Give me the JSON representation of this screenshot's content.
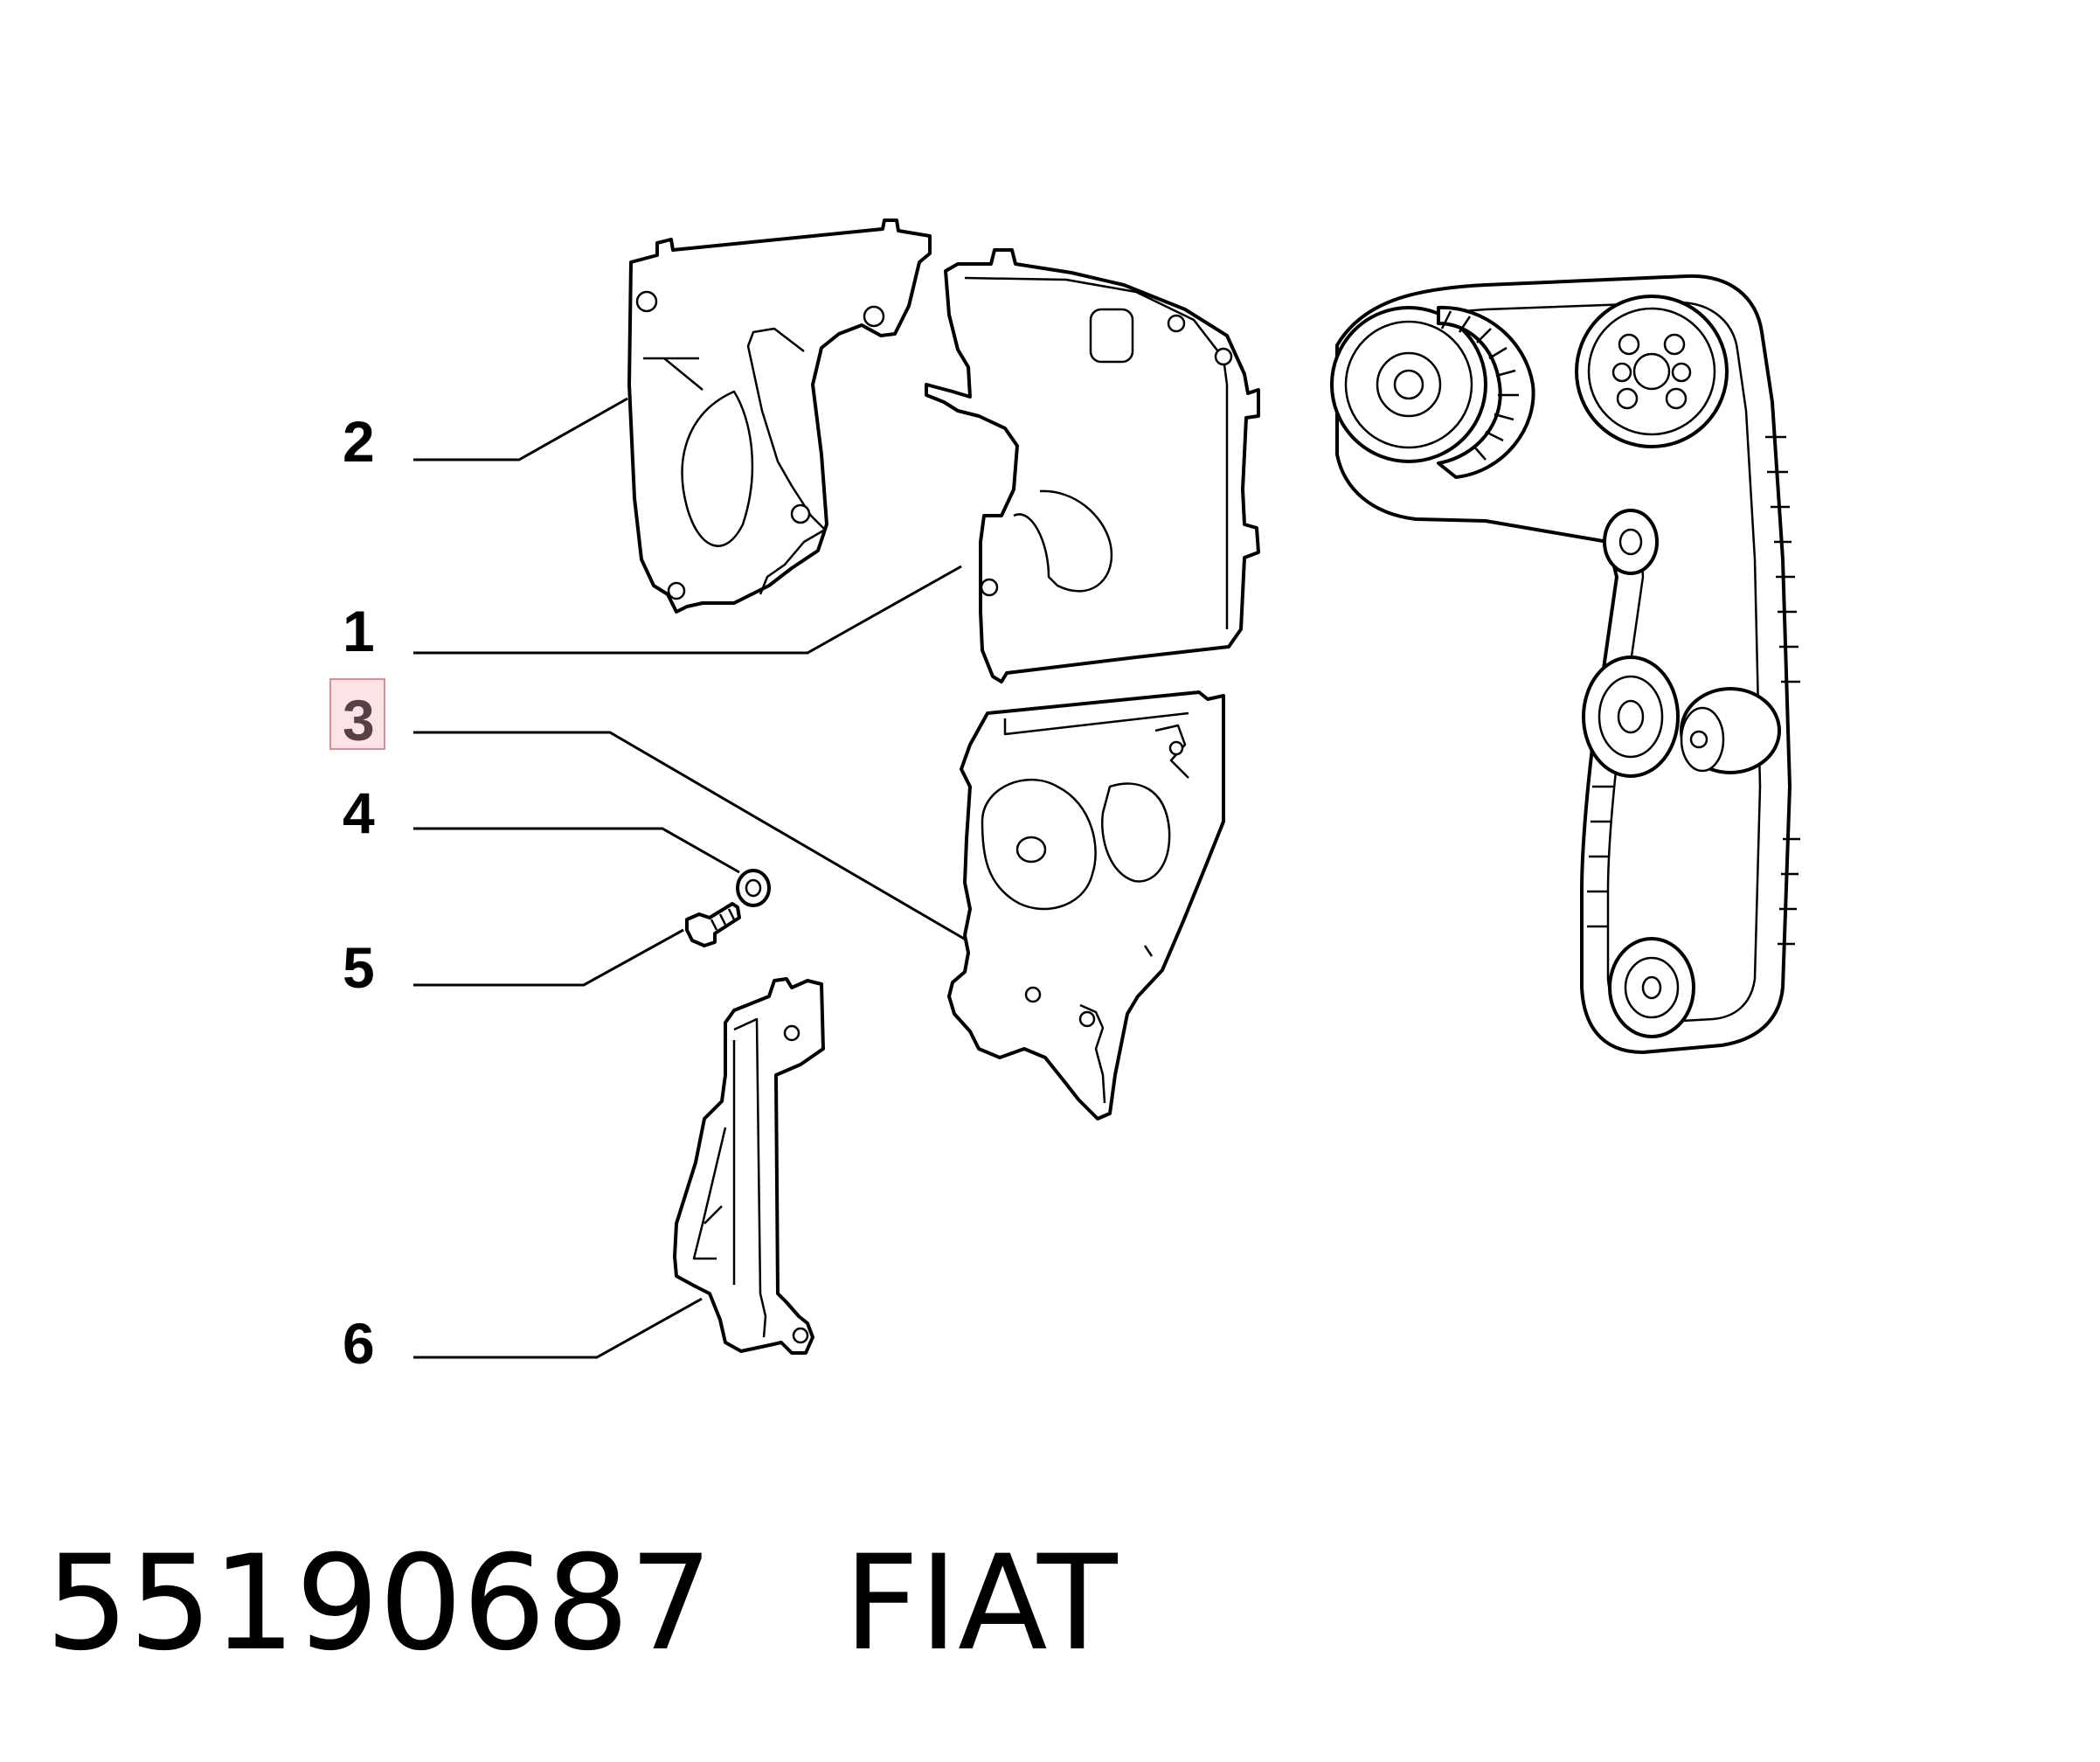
{
  "callouts": [
    {
      "num": "1",
      "part": "upper-front-cover"
    },
    {
      "num": "2",
      "part": "upper-rear-cover"
    },
    {
      "num": "3",
      "part": "lower-cover",
      "highlighted": true
    },
    {
      "num": "4",
      "part": "washer"
    },
    {
      "num": "5",
      "part": "bolt"
    },
    {
      "num": "6",
      "part": "bracket"
    }
  ],
  "footer": {
    "part_number": "55190687",
    "brand": "FIAT"
  },
  "colors": {
    "highlight_fill": "#fbe3e6",
    "highlight_border": "#e08a94",
    "line": "#000000"
  }
}
